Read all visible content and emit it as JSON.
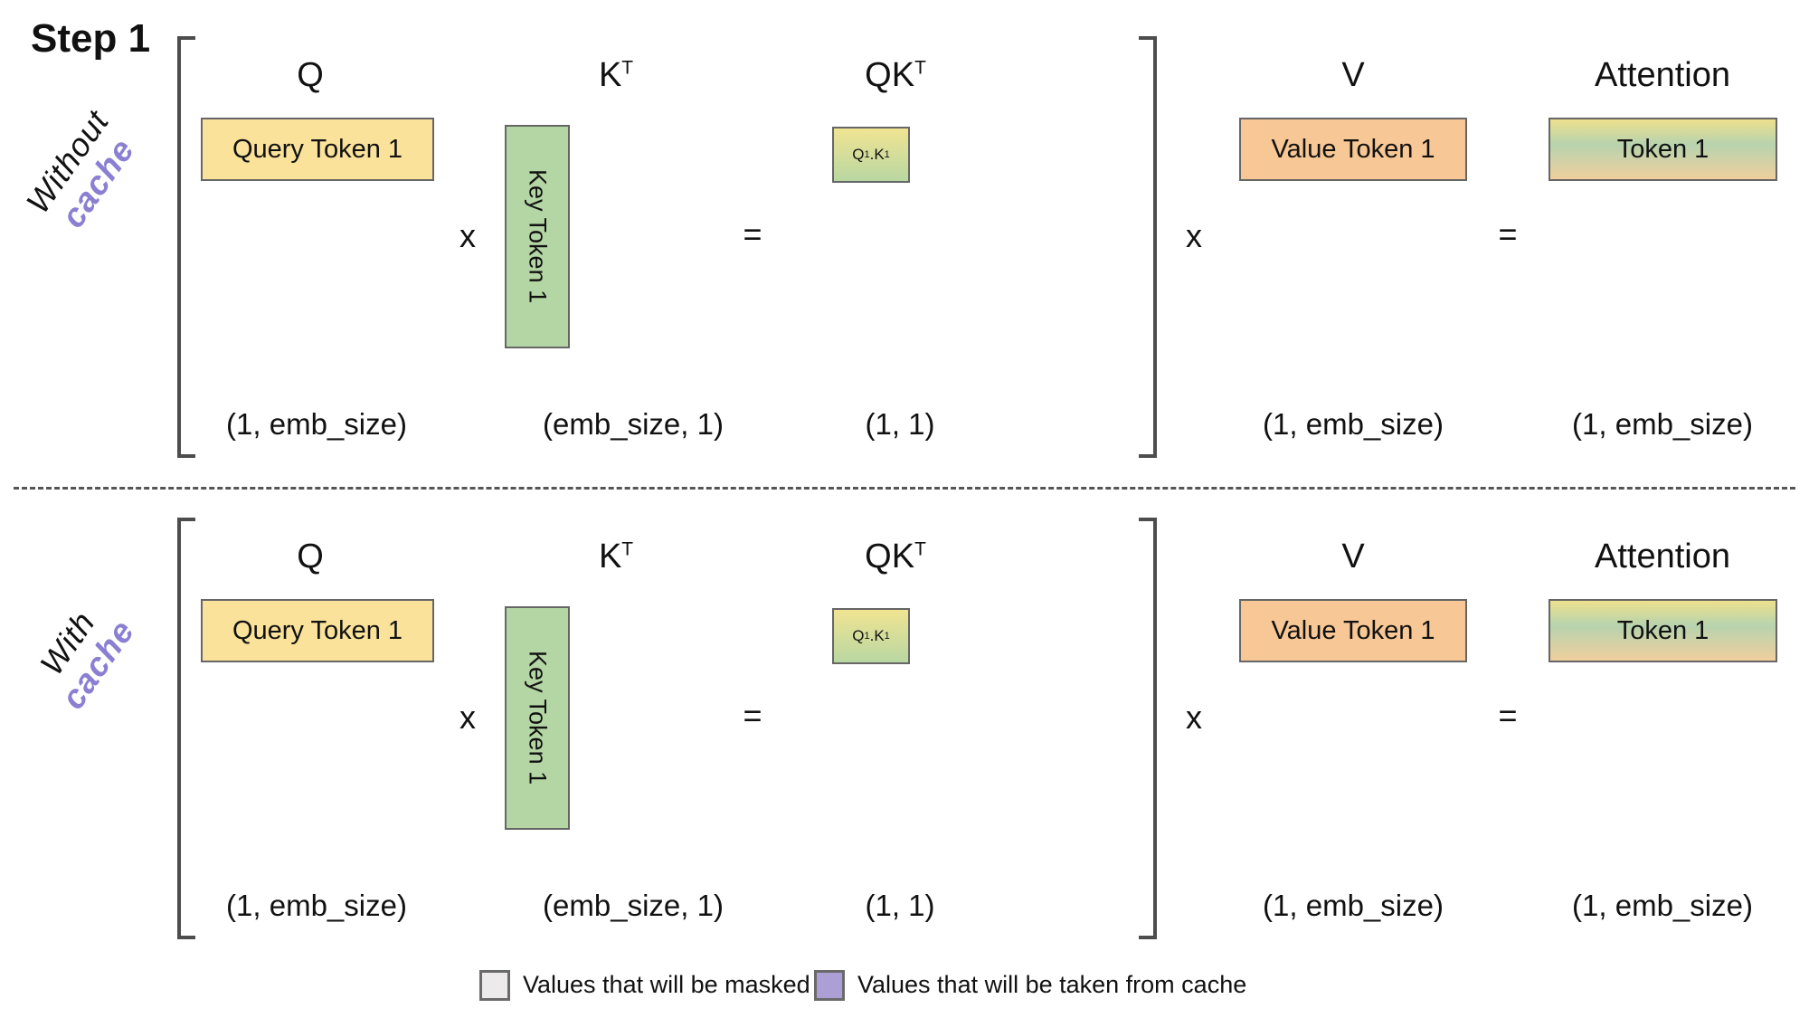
{
  "title": "Step 1",
  "colors": {
    "query_box": "#FAE29A",
    "key_box": "#B4D6A4",
    "value_box": "#F7C795",
    "qk_gradient_top": "#F0E492",
    "qk_gradient_bottom": "#B9D7A2",
    "attn_gradient_top": "#EDE18D",
    "attn_gradient_mid": "#B7D3AE",
    "attn_gradient_bottom": "#F0CF9E",
    "box_border": "#666666",
    "bracket": "#4D4D4D",
    "cache_text": "#8B7FD3",
    "legend_masked": "#ECEAEB",
    "legend_cache": "#AC9FD6",
    "divider": "#555555",
    "text": "#1A1A1A"
  },
  "rows": [
    {
      "label_line1": "Without",
      "label_line2": "cache",
      "q_header": "Q",
      "k_header": {
        "base": "K",
        "sup": "T"
      },
      "qk_header": {
        "base": "QK",
        "sup": "T"
      },
      "v_header": "V",
      "attn_header": "Attention",
      "query_box": "Query Token 1",
      "key_box": "Key Token 1",
      "qk_cell": {
        "q": "Q",
        "q_sub": "1",
        "dot": ".",
        "k": "K",
        "k_sub": "1"
      },
      "value_box": "Value Token 1",
      "attn_box": "Token 1",
      "times1": "x",
      "equals1": "=",
      "times2": "x",
      "equals2": "=",
      "dim_q": "(1, emb_size)",
      "dim_k": "(emb_size, 1)",
      "dim_qk": "(1, 1)",
      "dim_v": "(1, emb_size)",
      "dim_attn": "(1, emb_size)"
    },
    {
      "label_line1": "With",
      "label_line2": "cache",
      "q_header": "Q",
      "k_header": {
        "base": "K",
        "sup": "T"
      },
      "qk_header": {
        "base": "QK",
        "sup": "T"
      },
      "v_header": "V",
      "attn_header": "Attention",
      "query_box": "Query Token 1",
      "key_box": "Key Token 1",
      "qk_cell": {
        "q": "Q",
        "q_sub": "1",
        "dot": ".",
        "k": "K",
        "k_sub": "1"
      },
      "value_box": "Value Token 1",
      "attn_box": "Token 1",
      "times1": "x",
      "equals1": "=",
      "times2": "x",
      "equals2": "=",
      "dim_q": "(1, emb_size)",
      "dim_k": "(emb_size, 1)",
      "dim_qk": "(1, 1)",
      "dim_v": "(1, emb_size)",
      "dim_attn": "(1, emb_size)"
    }
  ],
  "legend": {
    "masked_label": "Values that will be masked",
    "cache_label": "Values that will be taken from cache"
  }
}
